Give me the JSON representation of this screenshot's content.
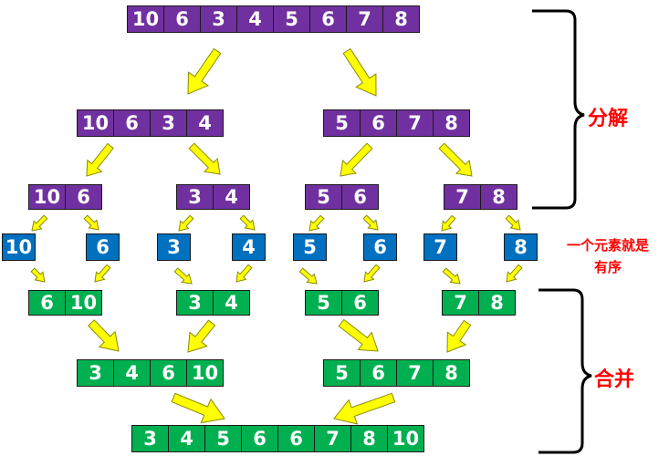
{
  "split_phase": {
    "label": "分解",
    "level0": [
      "10",
      "6",
      "3",
      "4",
      "5",
      "6",
      "7",
      "8"
    ],
    "level1": [
      [
        "10",
        "6",
        "3",
        "4"
      ],
      [
        "5",
        "6",
        "7",
        "8"
      ]
    ],
    "level2": [
      [
        "10",
        "6"
      ],
      [
        "3",
        "4"
      ],
      [
        "5",
        "6"
      ],
      [
        "7",
        "8"
      ]
    ],
    "singles": [
      "10",
      "6",
      "3",
      "4",
      "5",
      "6",
      "7",
      "8"
    ]
  },
  "note": {
    "line1": "一个元素就是",
    "line2": "有序"
  },
  "merge_phase": {
    "label": "合并",
    "level1": [
      [
        "6",
        "10"
      ],
      [
        "3",
        "4"
      ],
      [
        "5",
        "6"
      ],
      [
        "7",
        "8"
      ]
    ],
    "level2": [
      [
        "3",
        "4",
        "6",
        "10"
      ],
      [
        "5",
        "6",
        "7",
        "8"
      ]
    ],
    "result": [
      "3",
      "4",
      "5",
      "6",
      "6",
      "7",
      "8",
      "10"
    ]
  },
  "colors": {
    "split": "#7030a0",
    "single": "#0070c0",
    "merge": "#00b050",
    "arrow_fill": "#ffff00",
    "arrow_stroke": "#8a8a00",
    "label": "#ff0000"
  }
}
